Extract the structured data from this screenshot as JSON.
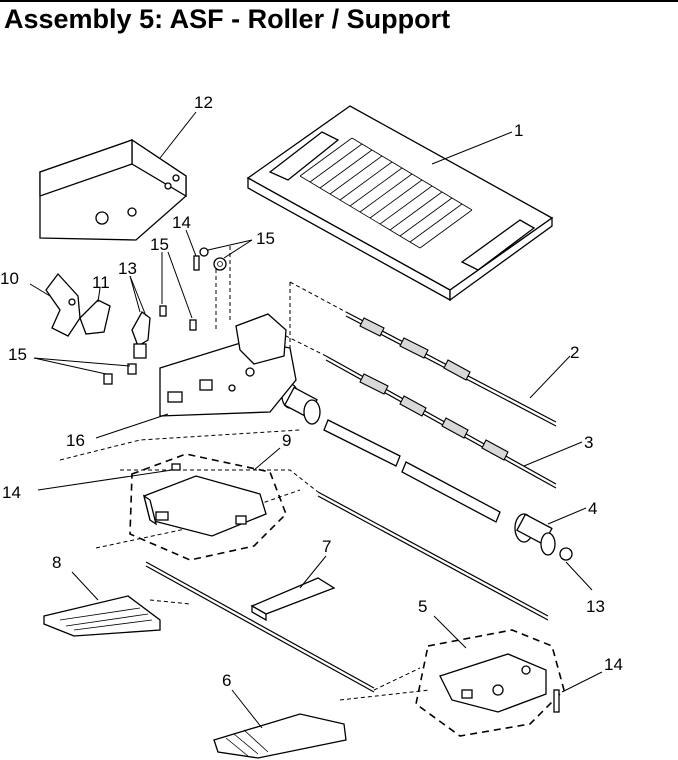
{
  "page": {
    "title": "Assembly 5: ASF - Roller / Support"
  },
  "callouts": {
    "c1": "1",
    "c2": "2",
    "c3": "3",
    "c4": "4",
    "c5": "5",
    "c6": "6",
    "c7": "7",
    "c8": "8",
    "c9": "9",
    "c10": "10",
    "c11": "11",
    "c12": "12",
    "c13a": "13",
    "c13b": "13",
    "c14a": "14",
    "c14b": "14",
    "c14c": "14",
    "c15a": "15",
    "c15b": "15",
    "c15c": "15",
    "c16": "16"
  }
}
